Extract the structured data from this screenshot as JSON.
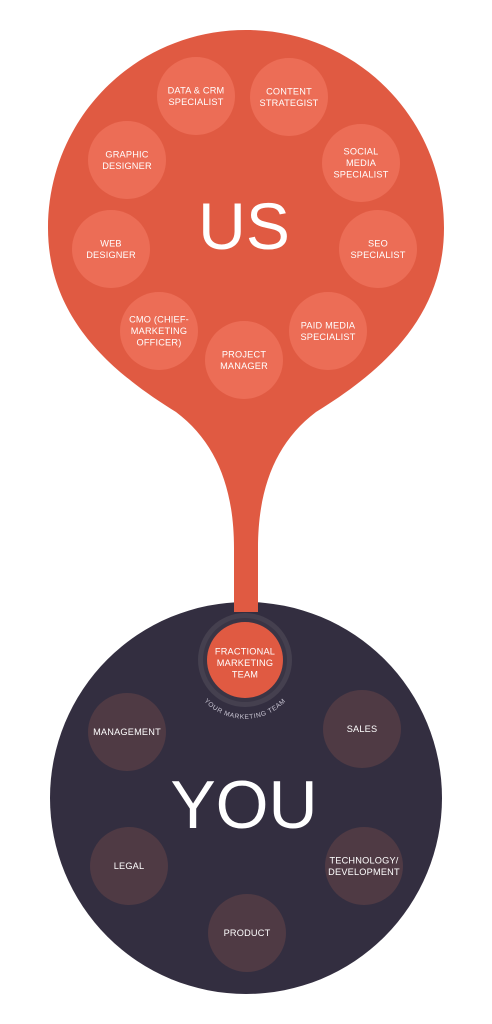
{
  "us": {
    "title": "US",
    "colors": {
      "main": "#E05A42",
      "node": "#EC6D56"
    },
    "roles": [
      {
        "id": "data-crm-specialist",
        "lines": [
          "DATA & CRM",
          "SPECIALIST"
        ]
      },
      {
        "id": "content-strategist",
        "lines": [
          "CONTENT",
          "STRATEGIST"
        ]
      },
      {
        "id": "graphic-designer",
        "lines": [
          "GRAPHIC",
          "DESIGNER"
        ]
      },
      {
        "id": "social-media-specialist",
        "lines": [
          "SOCIAL",
          "MEDIA",
          "SPECIALIST"
        ]
      },
      {
        "id": "web-designer",
        "lines": [
          "WEB",
          "DESIGNER"
        ]
      },
      {
        "id": "seo-specialist",
        "lines": [
          "SEO",
          "SPECIALIST"
        ]
      },
      {
        "id": "cmo",
        "lines": [
          "CMO (CHIEF-",
          "MARKETING",
          "OFFICER)"
        ]
      },
      {
        "id": "paid-media-specialist",
        "lines": [
          "PAID MEDIA",
          "SPECIALIST"
        ]
      },
      {
        "id": "project-manager",
        "lines": [
          "PROJECT",
          "MANAGER"
        ]
      }
    ]
  },
  "you": {
    "title": "YOU",
    "colors": {
      "main": "#332E40",
      "node": "#4F3A44"
    },
    "departments": [
      {
        "id": "management",
        "lines": [
          "MANAGEMENT"
        ]
      },
      {
        "id": "sales",
        "lines": [
          "SALES"
        ]
      },
      {
        "id": "legal",
        "lines": [
          "LEGAL"
        ]
      },
      {
        "id": "technology-development",
        "lines": [
          "TECHNOLOGY/",
          "DEVELOPMENT"
        ]
      },
      {
        "id": "product",
        "lines": [
          "PRODUCT"
        ]
      }
    ]
  },
  "bridge": {
    "lines": [
      "FRACTIONAL",
      "MARKETING",
      "TEAM"
    ],
    "caption": "YOUR MARKETING TEAM"
  }
}
